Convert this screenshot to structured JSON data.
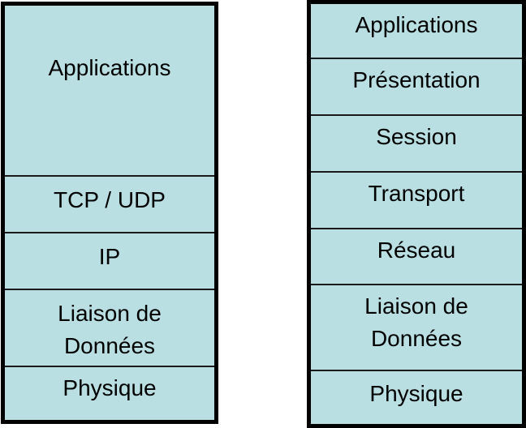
{
  "diagram": {
    "type": "protocol-stack-comparison",
    "colors": {
      "fill": "#b9dfe2",
      "border": "#000000",
      "text": "#000000"
    },
    "tcpip_model": {
      "layers": [
        {
          "label": "Applications"
        },
        {
          "label": "TCP / UDP"
        },
        {
          "label": "IP"
        },
        {
          "label": "Liaison de Données"
        },
        {
          "label": "Physique"
        }
      ]
    },
    "osi_model": {
      "layers": [
        {
          "label": "Applications"
        },
        {
          "label": "Présentation"
        },
        {
          "label": "Session"
        },
        {
          "label": "Transport"
        },
        {
          "label": "Réseau"
        },
        {
          "label": "Liaison de Données"
        },
        {
          "label": "Physique"
        }
      ]
    }
  }
}
